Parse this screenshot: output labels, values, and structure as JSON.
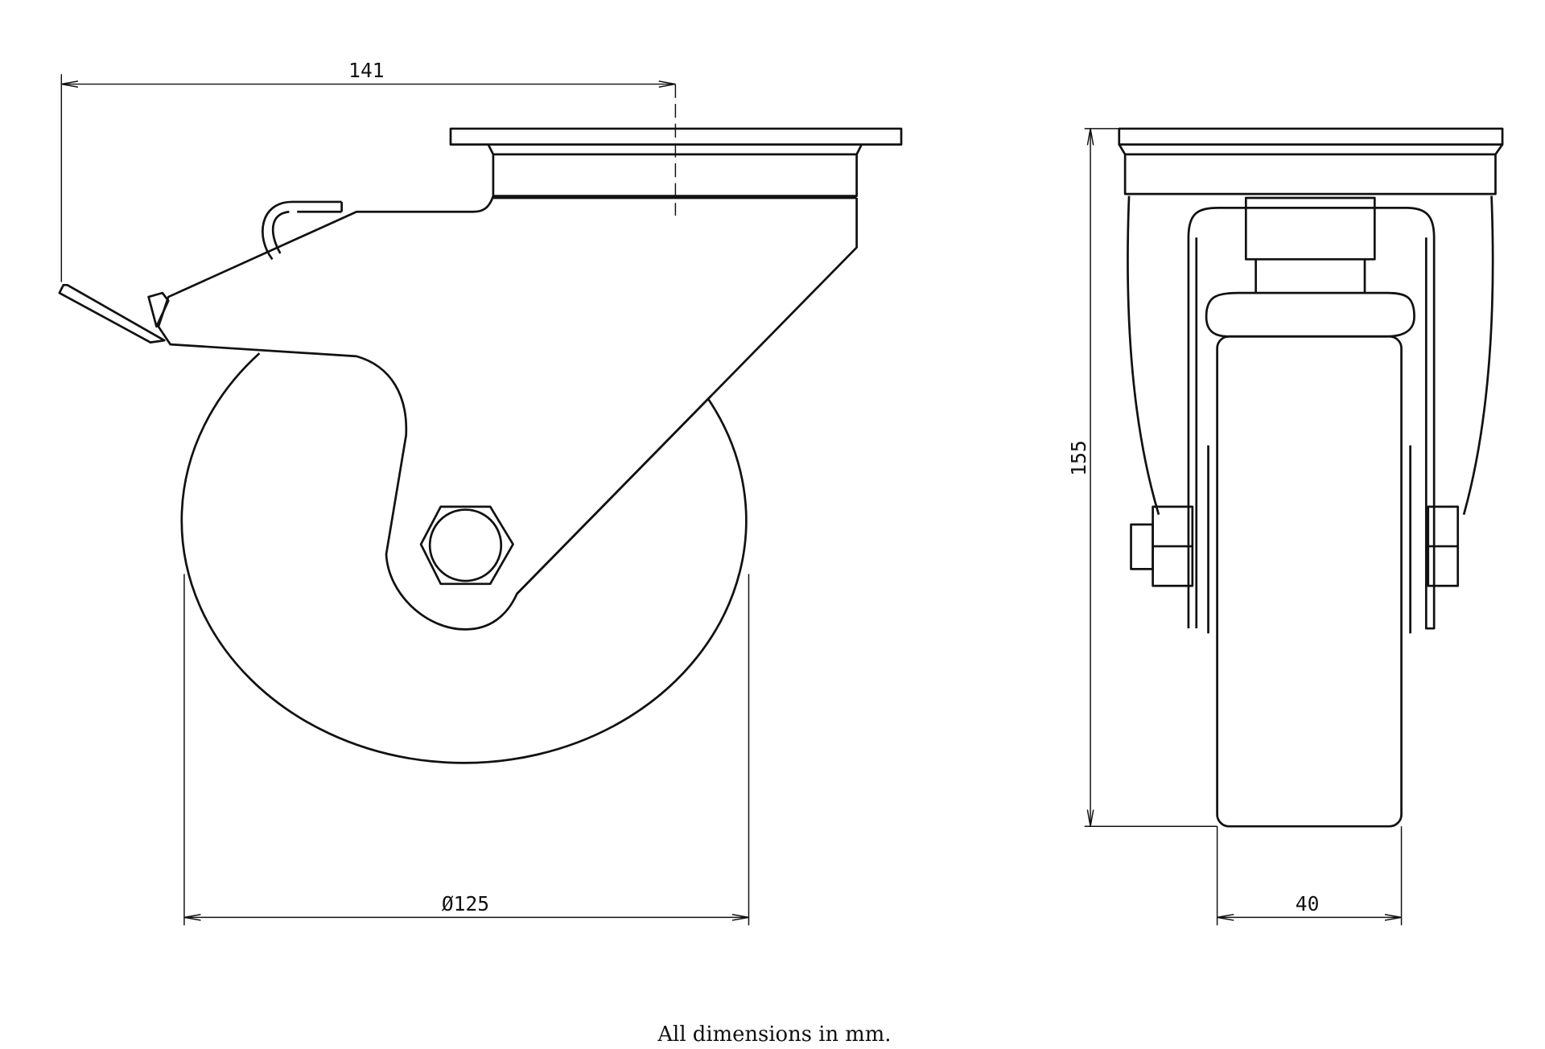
{
  "dimensions": {
    "offset": "141",
    "wheel_diameter": "Ø125",
    "height": "155",
    "width": "40"
  },
  "caption": "All dimensions in mm.",
  "colors": {
    "line": "#111111",
    "background": "#ffffff"
  }
}
